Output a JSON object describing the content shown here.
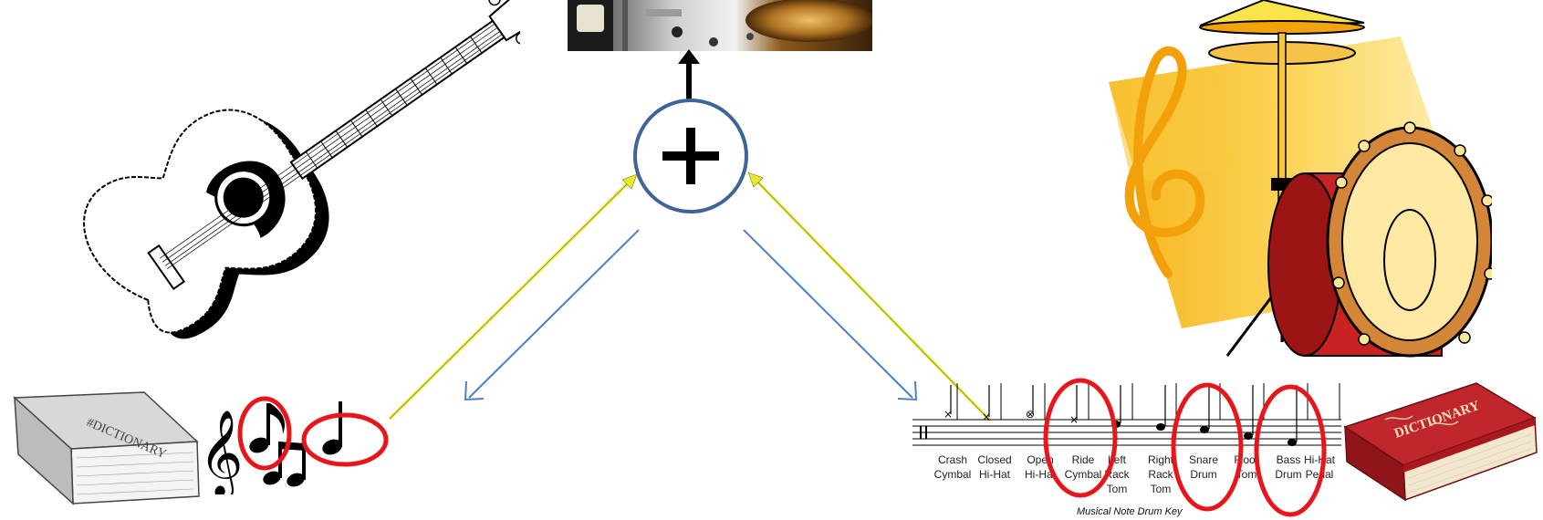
{
  "diagram": {
    "center_symbol": "+",
    "colors": {
      "circle_stroke": "#3f6499",
      "forward_arrow": "#e8e82a",
      "return_arrow": "#4f7fc0",
      "highlight": "#e8151b",
      "output_arrow": "#000000"
    },
    "left": {
      "guitar": "guitar-icon",
      "book_title": "#DICTIONARY",
      "notes": [
        "treble-clef-icon",
        "eighth-note-icon",
        "beamed-notes-icon",
        "quarter-note-icon"
      ],
      "circled_notes": [
        "eighth-note",
        "quarter-note"
      ]
    },
    "right": {
      "drum_clipart": "drum-and-cymbal-icon",
      "book_title": "DICTIONARY",
      "drum_key": {
        "labels": [
          "Crash\nCymbal",
          "Closed\nHi-Hat",
          "Open\nHi-Hat",
          "Ride\nCymbal",
          "Left\nRack\nTom",
          "Right\nRack\nTom",
          "Snare\nDrum",
          "Floor\nTom",
          "Bass\nDrum",
          "Hi-Hat\nPedal"
        ],
        "circled": [
          "Ride Cymbal",
          "Snare Drum",
          "Bass Drum"
        ],
        "caption": "Musical Note Drum Key"
      }
    },
    "top": {
      "output_photo": "guitar-and-drums-photo"
    }
  }
}
